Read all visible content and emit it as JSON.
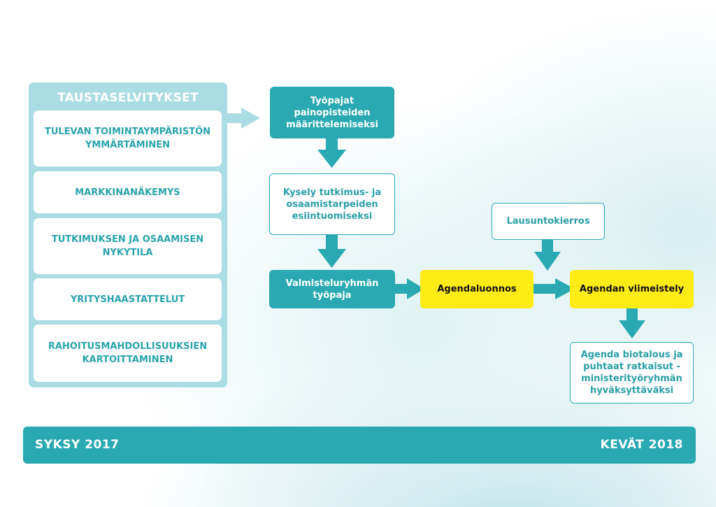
{
  "background_items": {
    "title": "TAUSTASELVITYKSET",
    "items": [
      "TULEVAN TOIMINTAYMPÄRISTÖN YMMÄRTÄMINEN",
      "MARKKINANÄKEMYS",
      "TUTKIMUKSEN JA OSAAMISEN NYKYTILA",
      "YRITYSHAASTATTELUT",
      "RAHOITUSMAHDOLLISUUKSIEN KARTOITTAMINEN"
    ]
  },
  "process": {
    "workshops": "Työpajat painopisteiden määrittelemiseksi",
    "survey": "Kysely tutkimus- ja osaamistarpeiden esiintuomiseksi",
    "prep_workshop": "Valmisteluryhmän työpaja",
    "draft": "Agendaluonnos",
    "comment_round": "Lausuntokierros",
    "finalization": "Agendan viimeistely",
    "approval": "Agenda biotalous ja puhtaat ratkaisut -ministerityöryhmän hyväksyttäväksi"
  },
  "timeline": {
    "start": "SYKSY 2017",
    "end": "KEVÄT 2018"
  },
  "colors": {
    "teal": "#2aa9b2",
    "light_teal": "#a9dde3",
    "yellow": "#ffeb16"
  }
}
